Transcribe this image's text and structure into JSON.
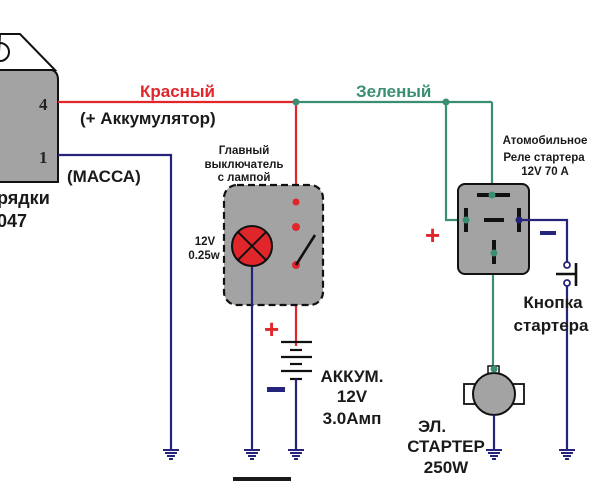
{
  "colors": {
    "red_wire": "#e0262b",
    "green_wire": "#3a8f72",
    "ground_wire": "#26237a",
    "component_fill": "#a3a3a3",
    "text": "#1a1a1a"
  },
  "regulator": {
    "pin_4": "4",
    "pin_1": "1",
    "caption_line1": "рядки",
    "caption_line2": "047"
  },
  "wires": {
    "red_label": "Красный",
    "red_sublabel": "(+ Аккумулятор)",
    "ground_label": "(МАССА)",
    "green_label": "Зеленый"
  },
  "main_switch": {
    "title_line1": "Главный",
    "title_line2": "выключатель",
    "title_line3": "с лампой",
    "lamp_voltage": "12V",
    "lamp_power": "0.25w"
  },
  "battery": {
    "plus": "+",
    "minus": "−",
    "label_line1": "АККУМ.",
    "label_line2": "12V",
    "label_line3": "3.0Амп"
  },
  "relay": {
    "title_line1": "Атомобильное",
    "title_line2": "Реле стартера",
    "title_line3": "12V 70 A",
    "plus": "+",
    "minus": "−"
  },
  "start_button": {
    "label_line1": "Кнопка",
    "label_line2": "стартера"
  },
  "starter": {
    "label_line1": "ЭЛ.",
    "label_line2": "СТАРТЕР",
    "label_line3": "250W"
  }
}
